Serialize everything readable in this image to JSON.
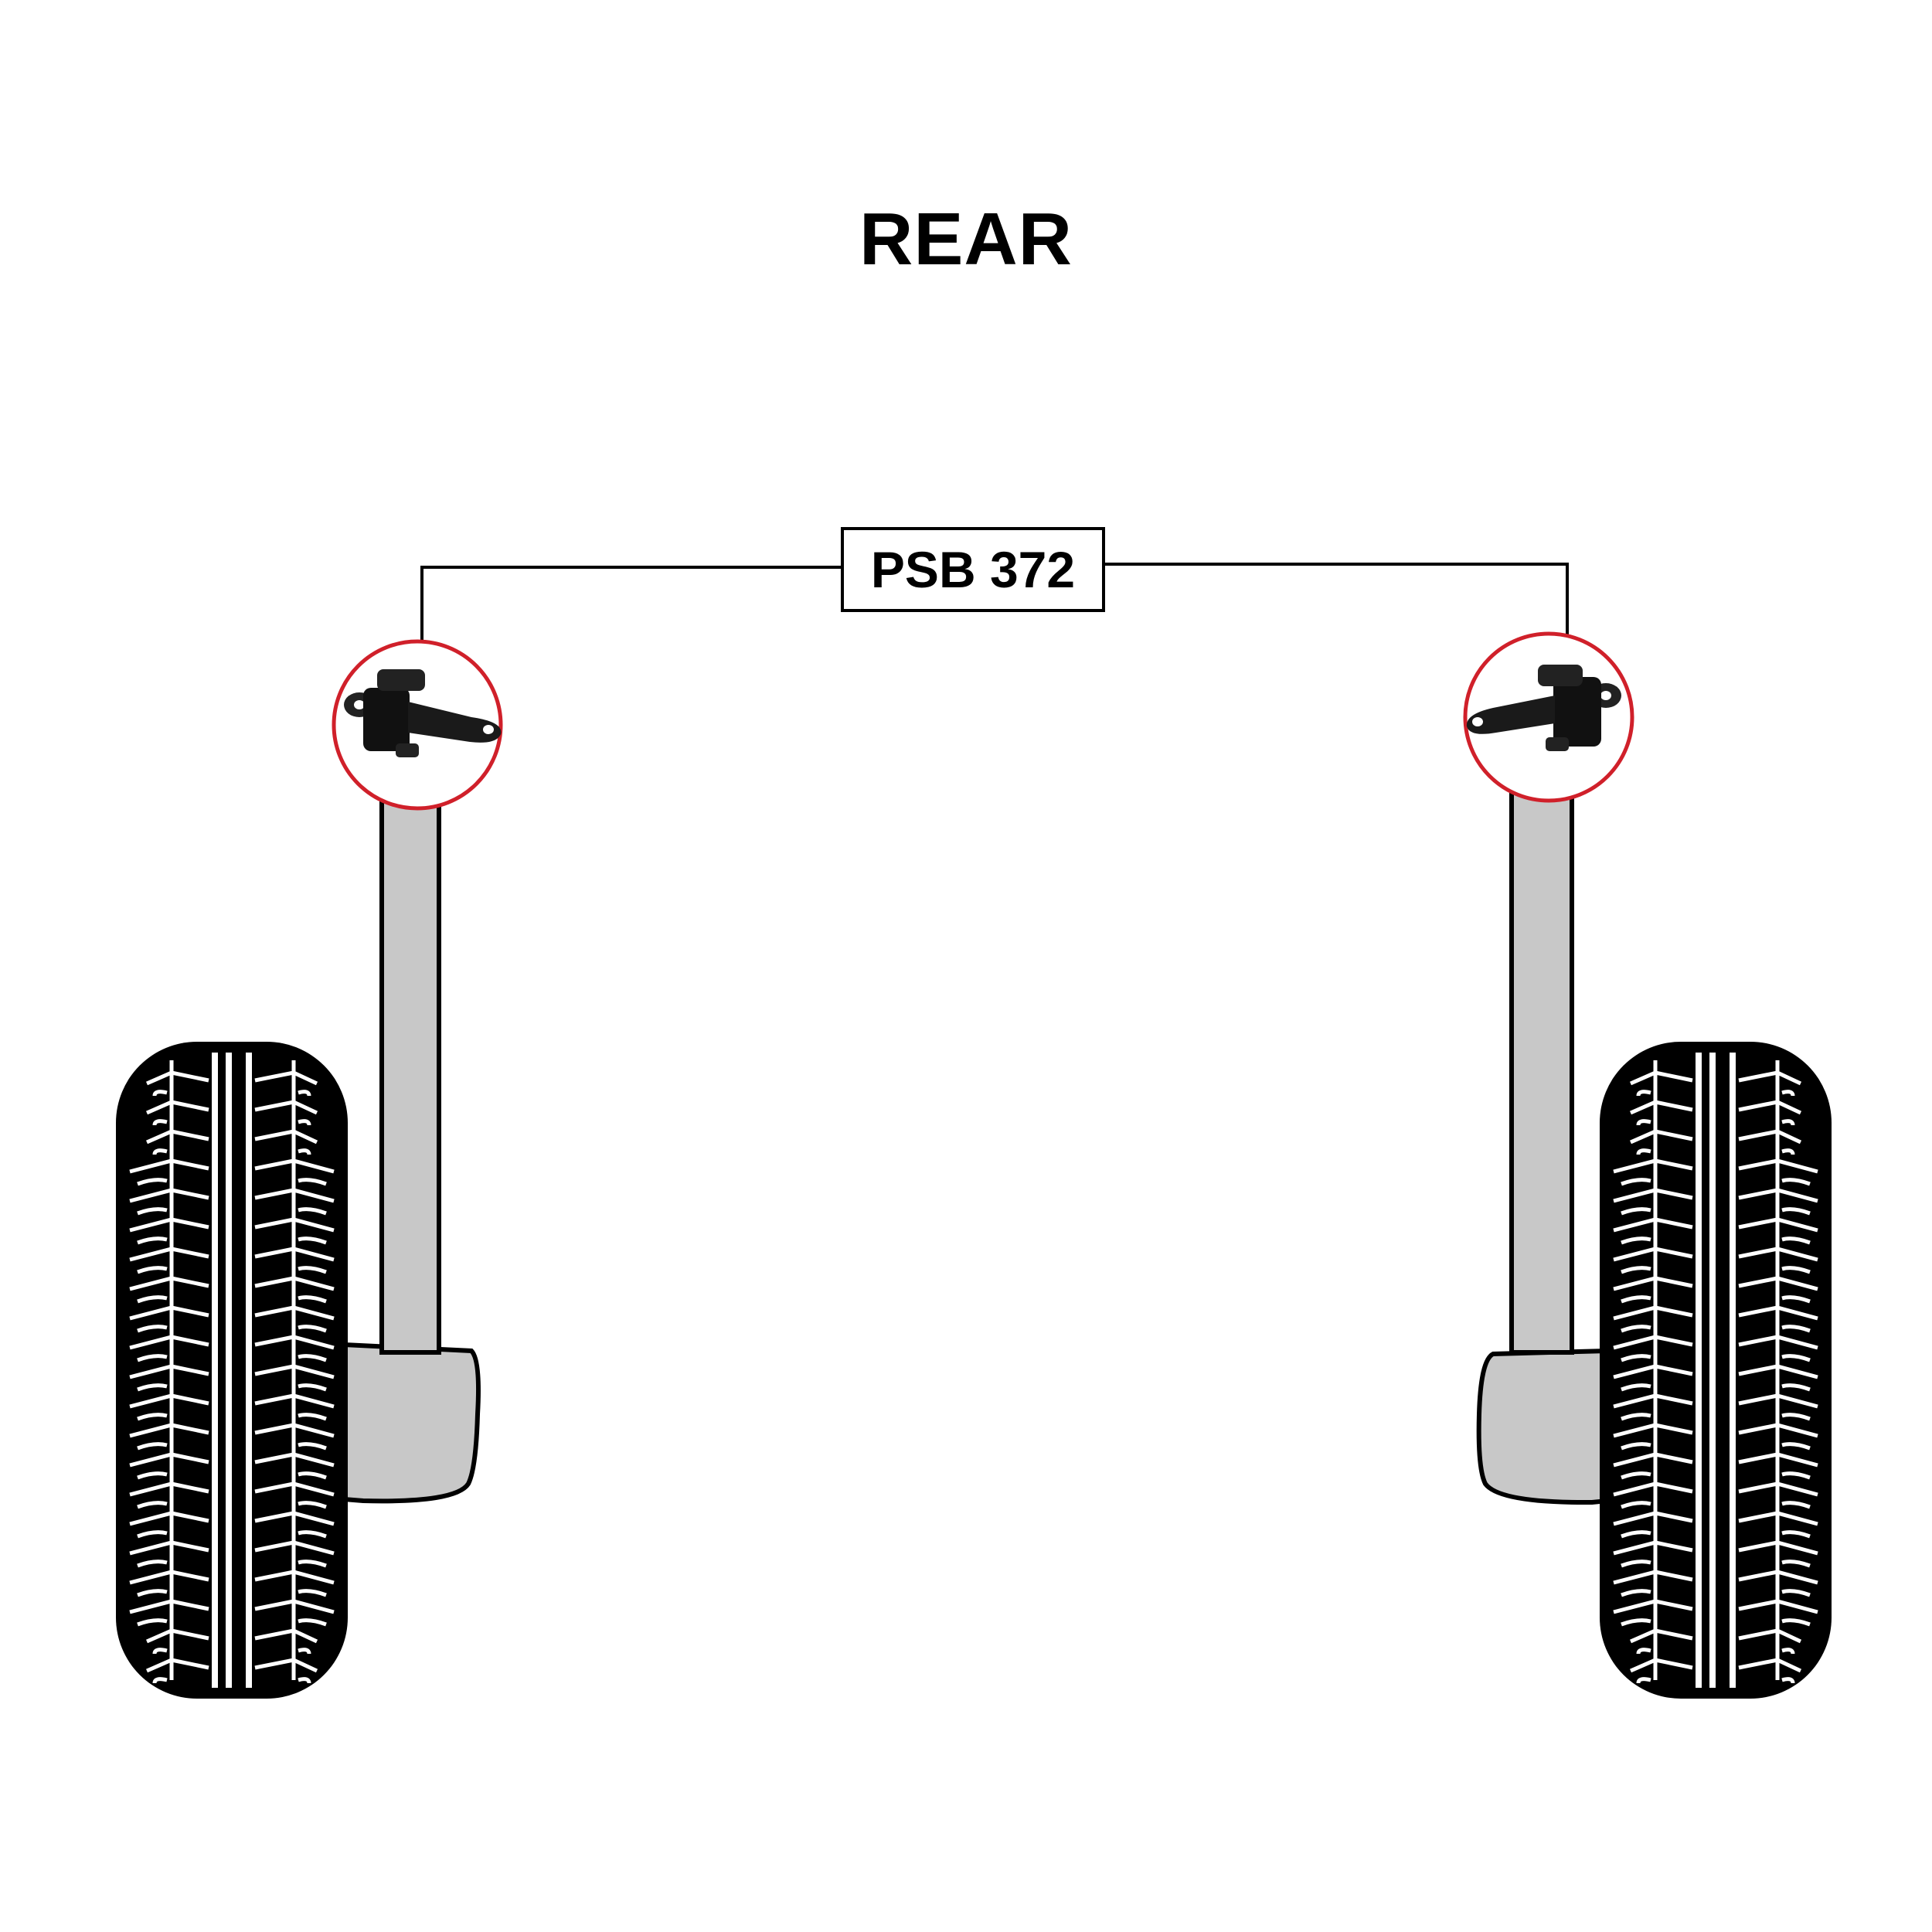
{
  "title": "REAR",
  "part_label": "PSB 372",
  "colors": {
    "line": "#000000",
    "arm_fill": "#c8c8c8",
    "highlight_circle": "#d0202a",
    "tyre": "#000000",
    "tread_lines": "#ffffff"
  },
  "components": [
    {
      "name": "left-wheel"
    },
    {
      "name": "right-wheel"
    },
    {
      "name": "left-suspension-arm"
    },
    {
      "name": "right-suspension-arm"
    },
    {
      "name": "left-bush-callout"
    },
    {
      "name": "right-bush-callout"
    }
  ]
}
